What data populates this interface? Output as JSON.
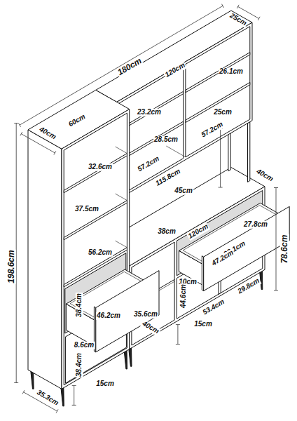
{
  "diagram": {
    "labels": [
      "25cm",
      "180cm",
      "120cm",
      "26.1cm",
      "40cm",
      "60cm",
      "23.2cm",
      "25cm",
      "28.5cm",
      "57.2cm",
      "57.2cm",
      "32.6cm",
      "115.8cm",
      "40cm",
      "45cm",
      "37.5cm",
      "27.8cm",
      "198.6cm",
      "38cm",
      "120cm",
      "78.6cm",
      "33.1cm",
      "56.2cm",
      "47.2cm",
      "10cm",
      "38.4cm",
      "46.2cm",
      "35.6cm",
      "44.6cm",
      "53.4cm",
      "29.8cm",
      "40cm",
      "8.6cm",
      "15cm",
      "38.4cm",
      "15cm",
      "35.3cm"
    ]
  }
}
